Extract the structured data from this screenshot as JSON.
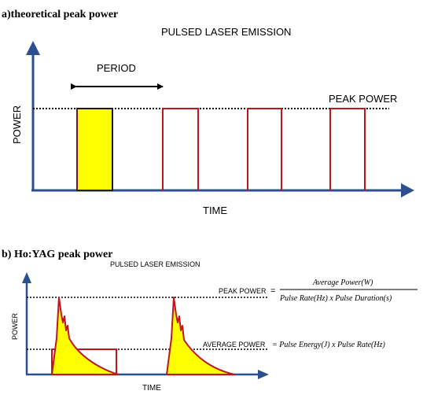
{
  "colors": {
    "axis": "#2c4f8f",
    "pulse_stroke": "#c0161b",
    "pulse_fill": "#ffff00",
    "text": "#000000"
  },
  "panel_a": {
    "heading": "a)theoretical peak power",
    "title": "PULSED LASER EMISSION",
    "period_label": "PERIOD",
    "peak_label": "PEAK POWER",
    "y_label": "POWER",
    "x_label": "TIME"
  },
  "panel_b": {
    "heading": "b) Ho:YAG peak power",
    "title": "PULSED LASER EMISSION",
    "y_label": "POWER",
    "x_label": "TIME",
    "peak_label": "PEAK POWER",
    "peak_eq": "=",
    "peak_numerator": "Average Power(W)",
    "peak_denominator": "Pulse Rate(Hz) x Pulse Duration(s)",
    "avg_label": "AVERAGE POWER",
    "avg_formula": "= Pulse Energy(J) x Pulse Rate(Hz)"
  }
}
